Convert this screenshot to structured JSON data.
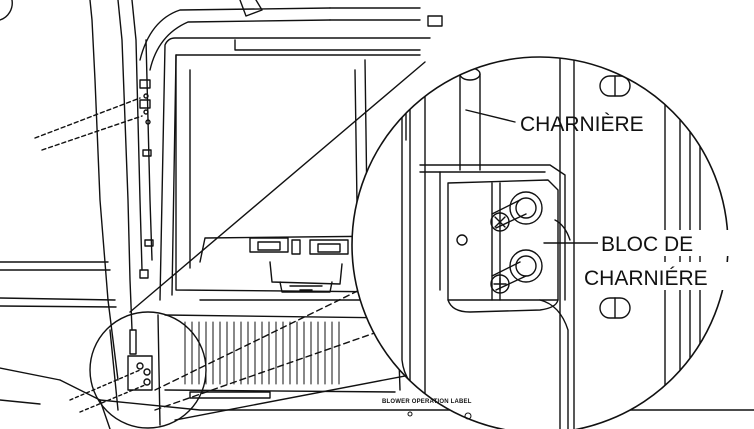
{
  "callouts": {
    "hinge_label": "CHARNIÈRE",
    "hinge_block_line1": "BLOC DE",
    "hinge_block_line2": "CHARNIÉRE"
  },
  "stamp": {
    "blower_label": "BLOWER OPERATION LABEL"
  }
}
